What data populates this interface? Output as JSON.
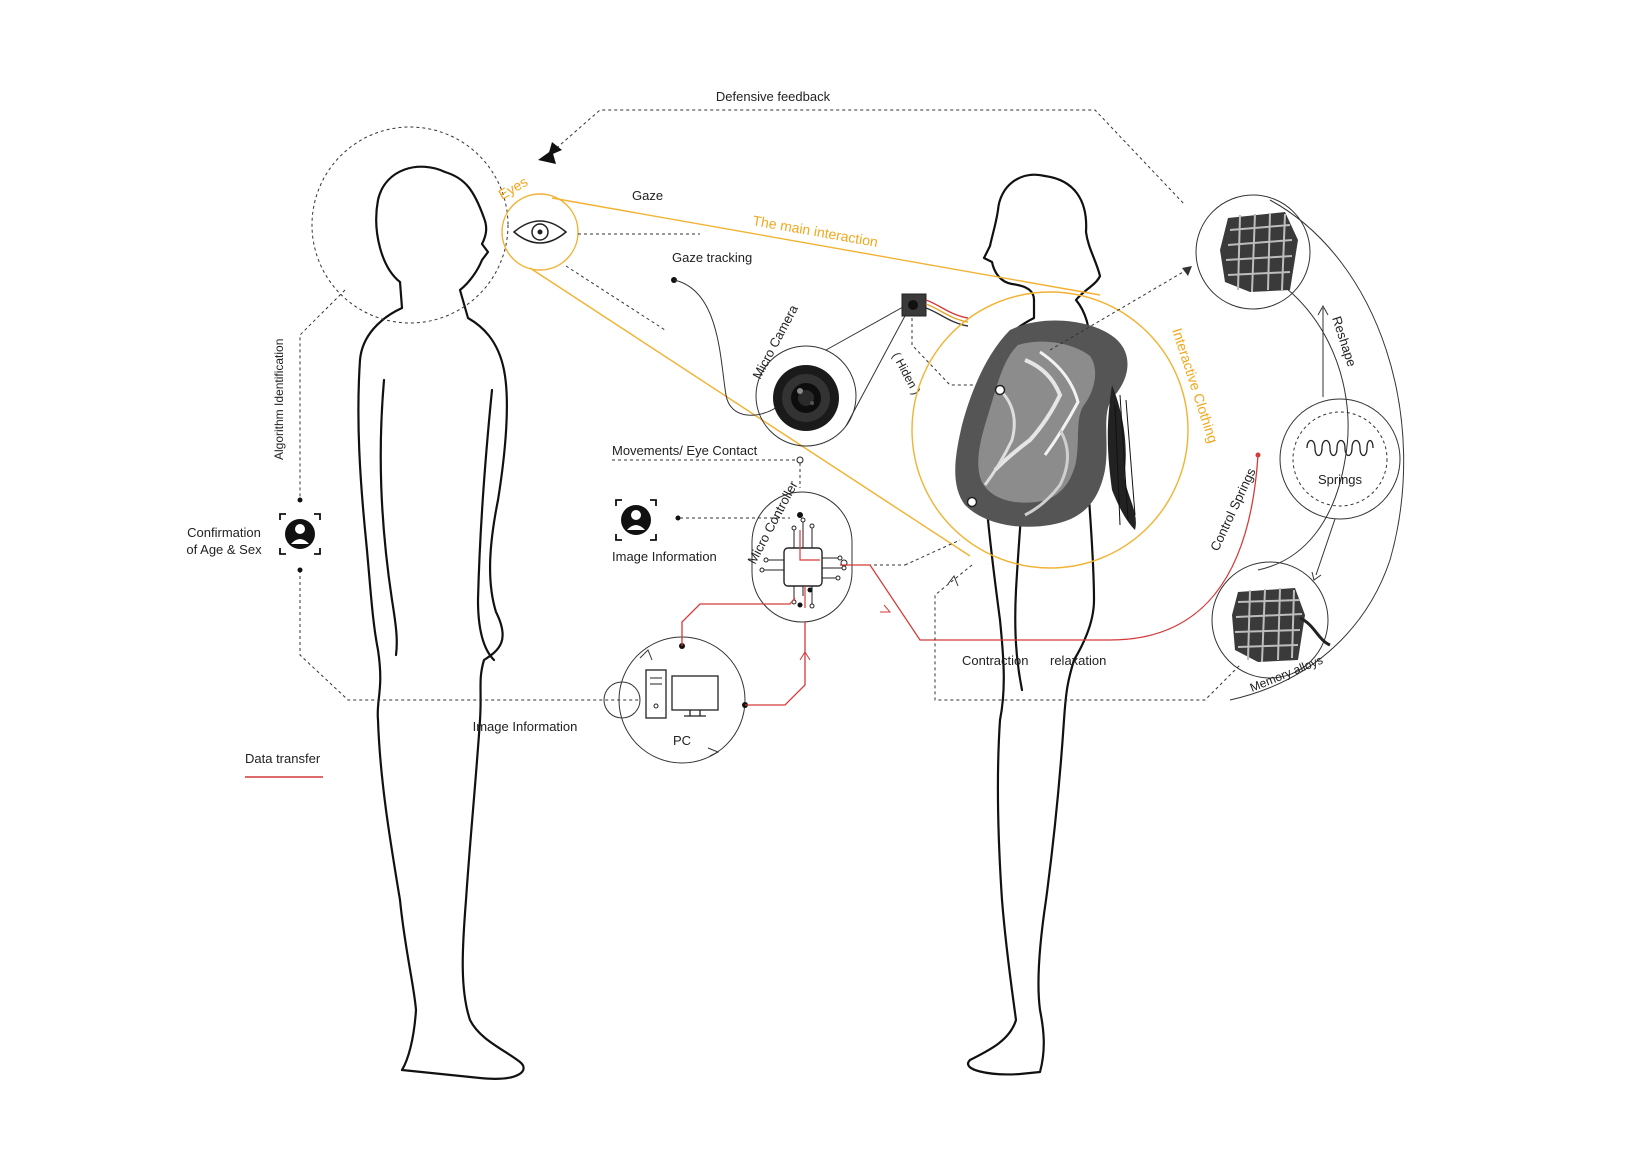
{
  "labels": {
    "defensive_feedback": "Defensive feedback",
    "eyes": "Eyes",
    "gaze": "Gaze",
    "main_interaction": "The main interaction",
    "gaze_tracking": "Gaze tracking",
    "micro_camera": "Micro Camera",
    "hiden": "( Hiden )",
    "interactive_clothing": "Interactive Clothing",
    "algorithm_identification": "Algorithm Identification",
    "confirmation_line1": "Confirmation",
    "confirmation_line2": "of Age & Sex",
    "movements_eye_contact": "Movements/ Eye Contact",
    "image_information_top": "Image Information",
    "micro_controller": "Micro Controller",
    "control_springs": "Control Springs",
    "springs": "Springs",
    "reshape": "Reshape",
    "memory_alloys": "Memory alloys",
    "contraction": "Contraction",
    "relaxation": "relaxation",
    "image_information_bottom": "Image Information",
    "pc": "PC",
    "data_transfer": "Data transfer"
  },
  "colors": {
    "orange": "#f2b233",
    "red": "#d43a3a",
    "line": "#333333"
  },
  "icons": [
    "eye-icon",
    "user-scan-icon",
    "camera-lens-icon",
    "camera-module-icon",
    "chip-icon",
    "computer-icon",
    "spring-coil-icon"
  ]
}
